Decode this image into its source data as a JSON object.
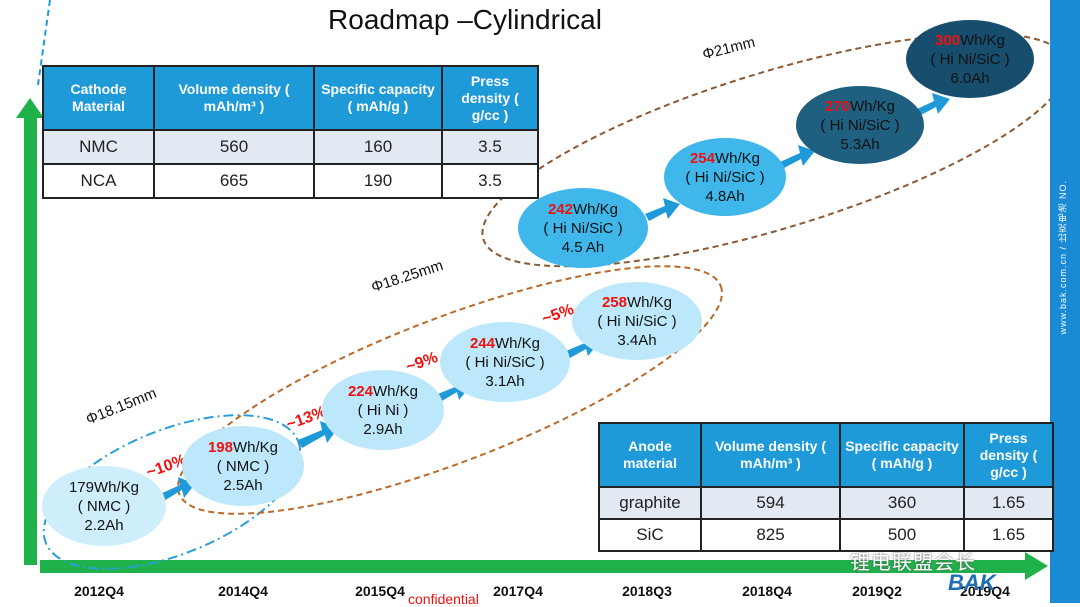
{
  "title": "Roadmap –Cylindrical",
  "cathode_table": {
    "headers": [
      "Cathode Material",
      "Volume density ( mAh/m³ )",
      "Specific capacity ( mAh/g )",
      "Press density ( g/cc )"
    ],
    "rows": [
      [
        "NMC",
        "560",
        "160",
        "3.5"
      ],
      [
        "NCA",
        "665",
        "190",
        "3.5"
      ]
    ]
  },
  "anode_table": {
    "headers": [
      "Anode material",
      "Volume density ( mAh/m³ )",
      "Specific capacity ( mAh/g )",
      "Press density ( g/cc )"
    ],
    "rows": [
      [
        "graphite",
        "594",
        "360",
        "1.65"
      ],
      [
        "SiC",
        "825",
        "500",
        "1.65"
      ]
    ]
  },
  "nodes": [
    {
      "value": "179",
      "unit": "Wh/Kg",
      "chem": "( NMC )",
      "cap": "2.2Ah"
    },
    {
      "value": "198",
      "unit": "Wh/Kg",
      "chem": "( NMC )",
      "cap": "2.5Ah"
    },
    {
      "value": "224",
      "unit": "Wh/Kg",
      "chem": "( Hi Ni )",
      "cap": "2.9Ah"
    },
    {
      "value": "244",
      "unit": "Wh/Kg",
      "chem": "( Hi Ni/SiC )",
      "cap": "3.1Ah"
    },
    {
      "value": "258",
      "unit": "Wh/Kg",
      "chem": "( Hi Ni/SiC )",
      "cap": "3.4Ah"
    },
    {
      "value": "242",
      "unit": "Wh/Kg",
      "chem": "( Hi Ni/SiC )",
      "cap": "4.5 Ah"
    },
    {
      "value": "254",
      "unit": "Wh/Kg",
      "chem": "( Hi Ni/SiC )",
      "cap": "4.8Ah"
    },
    {
      "value": "270",
      "unit": "Wh/Kg",
      "chem": "( Hi Ni/SiC )",
      "cap": "5.3Ah"
    },
    {
      "value": "300",
      "unit": "Wh/Kg",
      "chem": "( Hi Ni/SiC )",
      "cap": "6.0Ah"
    }
  ],
  "increments": [
    "~10%",
    "~13%",
    "~9%",
    "~5%"
  ],
  "cell_sizes": [
    "Φ18.15mm",
    "Φ18.25mm",
    "Φ21mm"
  ],
  "timeline": [
    "2012Q4",
    "2014Q4",
    "2015Q4",
    "2017Q4",
    "2018Q3",
    "2018Q4",
    "2019Q2",
    "2019Q4"
  ],
  "confidential": "confidential",
  "side_text": "www.bak.com.cn  /  比克电池  NO.",
  "watermark": "锂电联盟会长",
  "logo": "BAK",
  "colors": {
    "accent_blue": "#1e9ad8",
    "arrow_green": "#1fb24a",
    "highlight_red": "#e11111",
    "ellipse_orange": "#b86a2a"
  }
}
